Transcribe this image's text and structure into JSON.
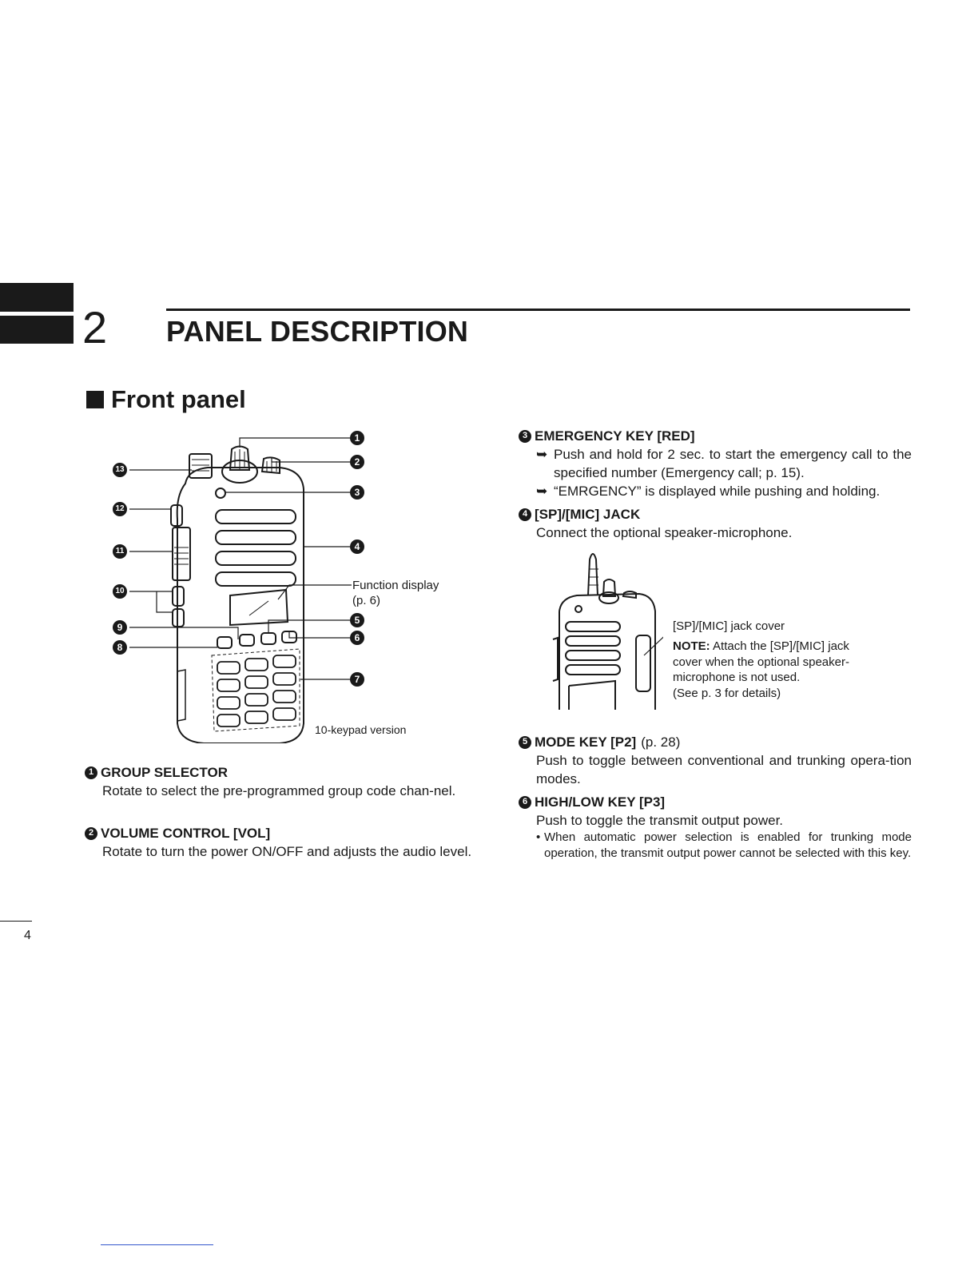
{
  "chapter": {
    "number": "2",
    "title": "PANEL DESCRIPTION"
  },
  "section": {
    "title": "Front panel"
  },
  "figure1": {
    "callouts": [
      "1",
      "2",
      "3",
      "4",
      "5",
      "6",
      "7",
      "8",
      "9",
      "10",
      "11",
      "12",
      "13"
    ],
    "function_display": "Function display",
    "function_display_ref": "(p. 6)",
    "caption": "10-keypad version"
  },
  "figure2": {
    "jack_cover_label": "[SP]/[MIC] jack cover",
    "note_label": "NOTE:",
    "note_line1": "Attach the [SP]/[MIC] jack",
    "note_line2": "cover when the optional speaker-",
    "note_line3": "microphone is not used.",
    "note_line4": "(See p. 3 for details)"
  },
  "items": {
    "i1": {
      "num": "1",
      "title": "GROUP SELECTOR",
      "text": "Rotate to select the pre-programmed group code chan-nel."
    },
    "i2": {
      "num": "2",
      "title": "VOLUME CONTROL [VOL]",
      "text": "Rotate to turn the power ON/OFF and adjusts the audio level."
    },
    "i3": {
      "num": "3",
      "title": "EMERGENCY KEY [RED]",
      "line1": "Push and hold for 2 sec. to start the emergency call to the specified number (Emergency call; p. 15).",
      "line2": "“EMRGENCY” is displayed while pushing and holding."
    },
    "i4": {
      "num": "4",
      "title": "[SP]/[MIC] JACK",
      "text": "Connect the optional speaker-microphone."
    },
    "i5": {
      "num": "5",
      "title": "MODE KEY [P2]",
      "ref": "(p. 28)",
      "text": "Push to toggle between conventional and trunking opera-tion modes."
    },
    "i6": {
      "num": "6",
      "title": "HIGH/LOW KEY [P3]",
      "text": "Push to toggle the transmit output power.",
      "bullet": "When automatic power selection is enabled for trunking mode operation, the transmit output power cannot be selected with this key."
    }
  },
  "page_number": "4"
}
